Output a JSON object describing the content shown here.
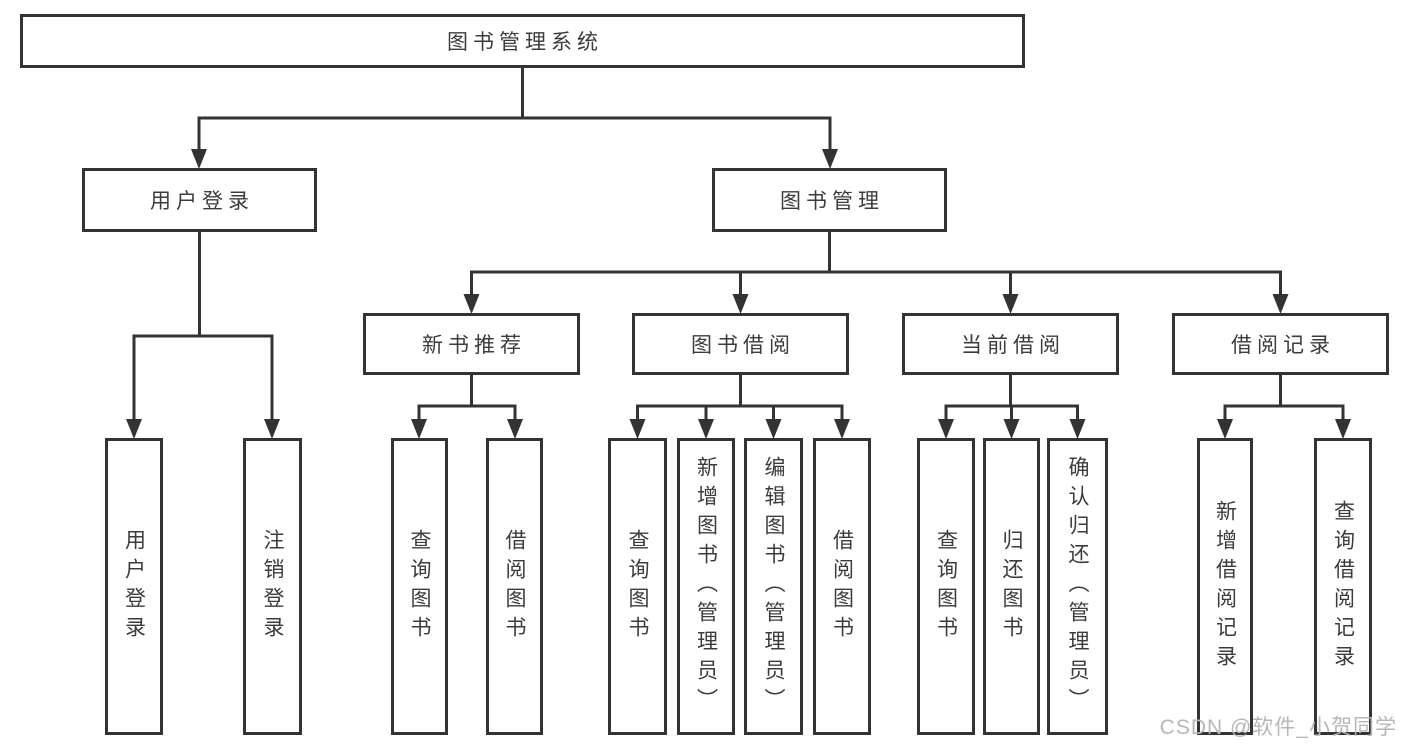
{
  "diagram": {
    "tree": {
      "label": "图书管理系统",
      "children": [
        {
          "label": "用户登录",
          "children": [
            {
              "label": "用户登录"
            },
            {
              "label": "注销登录"
            }
          ]
        },
        {
          "label": "图书管理",
          "children": [
            {
              "label": "新书推荐",
              "children": [
                {
                  "label": "查询图书"
                },
                {
                  "label": "借阅图书"
                }
              ]
            },
            {
              "label": "图书借阅",
              "children": [
                {
                  "label": "查询图书"
                },
                {
                  "label": "新增图书（管理员）"
                },
                {
                  "label": "编辑图书（管理员）"
                },
                {
                  "label": "借阅图书"
                }
              ]
            },
            {
              "label": "当前借阅",
              "children": [
                {
                  "label": "查询图书"
                },
                {
                  "label": "归还图书"
                },
                {
                  "label": "确认归还（管理员）"
                }
              ]
            },
            {
              "label": "借阅记录",
              "children": [
                {
                  "label": "新增借阅记录"
                },
                {
                  "label": "查询借阅记录"
                }
              ]
            }
          ]
        }
      ]
    },
    "colors": {
      "line": "#333333",
      "box_border": "#333333",
      "text": "#3c3c3c",
      "background": "#ffffff",
      "watermark": "#b7b7b7"
    }
  },
  "watermark": {
    "text": "CSDN @软件_小贺同学"
  }
}
